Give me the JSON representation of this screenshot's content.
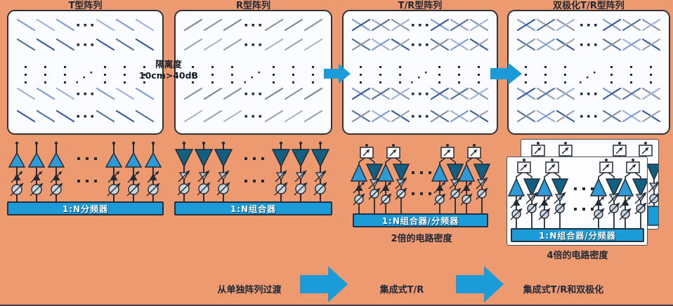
{
  "colors": {
    "background": "#EE9A70",
    "panel_bg": "#FBFCFF",
    "ink": "#232b36",
    "accent_blue": "#1B9CD8",
    "bar_border": "#25303e",
    "tx_amp": "#2E9BD6",
    "rx_amp": "#135F80",
    "phase_fill": "#C9D6DE",
    "atten_gray": "#B9C6CE",
    "blue_palette": [
      "#7E9BD0",
      "#35589E",
      "#9FB3DA",
      "#52719F"
    ],
    "gray_palette": [
      "#9BA3AE",
      "#7D8692",
      "#B0B6BE",
      "#8A93A0"
    ],
    "mix_palette": [
      "#7E9BD0",
      "#35589E",
      "#9BA3AE",
      "#52719F",
      "#8A93A0",
      "#9FB3DA"
    ]
  },
  "panels": [
    {
      "title": "T型阵列",
      "pattern": "backslash",
      "palette": "blue_palette",
      "bus_label": "1:N分频器",
      "chain": "tx"
    },
    {
      "title": "R型阵列",
      "pattern": "slash",
      "palette": "gray_palette",
      "bus_label": "1:N组合器",
      "chain": "rx"
    },
    {
      "title": "T/R型阵列",
      "pattern": "cross",
      "palette": "mix_palette",
      "bus_label": "1:N组合器/分频器",
      "chain": "trx",
      "caption": "2倍的电路密度"
    },
    {
      "title": "双极化T/R型阵列",
      "pattern": "cross",
      "palette": "mix_palette",
      "bus_label": "1:N组合器/分频器",
      "chain": "dual",
      "caption": "4倍的电路密度"
    }
  ],
  "isolation": {
    "line1": "隔离度",
    "line2": "10cm>40dB"
  },
  "flow": {
    "step1": "从单独阵列过渡",
    "step2": "集成式T/R",
    "step3": "集成式T/R和双极化"
  }
}
